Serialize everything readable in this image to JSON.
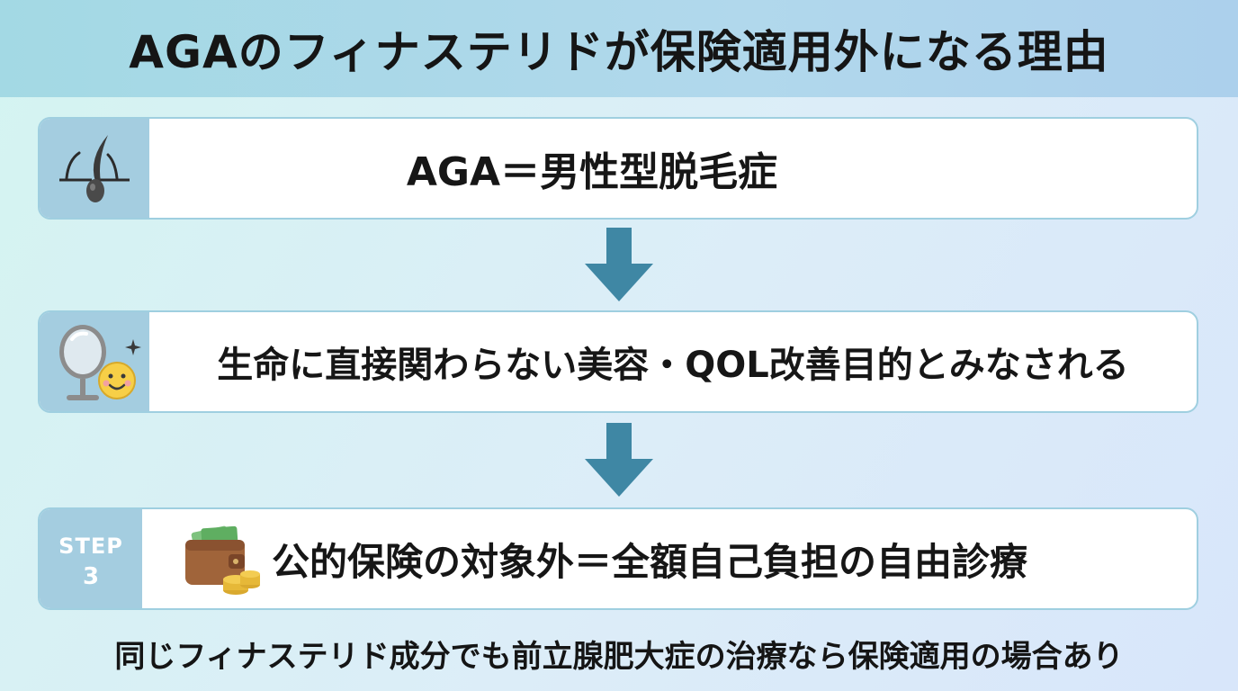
{
  "header": {
    "title": "AGAのフィナステリドが保険適用外になる理由"
  },
  "steps": [
    {
      "text": "AGA＝男性型脱毛症",
      "icon": "hair-follicle-icon"
    },
    {
      "text": "生命に直接関わらない美容・QOL改善目的とみなされる",
      "icon": "mirror-smile-icon"
    },
    {
      "step_word": "STEP",
      "step_number": "3",
      "text": "公的保険の対象外＝全額自己負担の自由診療",
      "icon": "wallet-coins-icon"
    }
  ],
  "footnote": "同じフィナステリド成分でも前立腺肥大症の治療なら保険適用の場合あり",
  "colors": {
    "header_bg": "#a9d8e8",
    "icon_box": "#a4cde0",
    "arrow": "#3f87a4",
    "card_border": "#9fcfe0"
  }
}
